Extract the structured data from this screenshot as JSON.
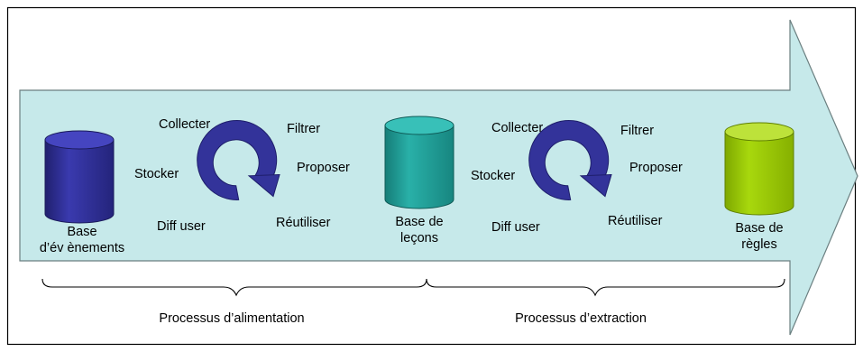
{
  "colors": {
    "arrow_fill": "#c6e9ea",
    "arrow_stroke": "#6b7f80",
    "frame_stroke": "#000000",
    "cycle_arrow": "#33339a",
    "db_events": "#32329a",
    "db_lessons": "#23a29b",
    "db_rules": "#99cc00",
    "brace": "#000000"
  },
  "databases": [
    {
      "name": "database-events",
      "label_lines": [
        "Base",
        "d’év ènements"
      ],
      "color": "#32329a"
    },
    {
      "name": "database-lessons",
      "label_lines": [
        "Base de",
        "leçons"
      ],
      "color": "#23a29b"
    },
    {
      "name": "database-rules",
      "label_lines": [
        "Base de",
        "règles"
      ],
      "color": "#99cc00"
    }
  ],
  "cycles": [
    {
      "name": "cycle-feeding",
      "labels": {
        "collect": "Collecter",
        "filter": "Filtrer",
        "store": "Stocker",
        "propose": "Proposer",
        "share": "Diff user",
        "reuse": "Réutiliser"
      }
    },
    {
      "name": "cycle-extraction",
      "labels": {
        "collect": "Collecter",
        "filter": "Filtrer",
        "store": "Stocker",
        "propose": "Proposer",
        "share": "Diff user",
        "reuse": "Réutiliser"
      }
    }
  ],
  "processes": [
    {
      "name": "process-feeding",
      "label": "Processus d’alimentation"
    },
    {
      "name": "process-extraction",
      "label": "Processus d’extraction"
    }
  ]
}
